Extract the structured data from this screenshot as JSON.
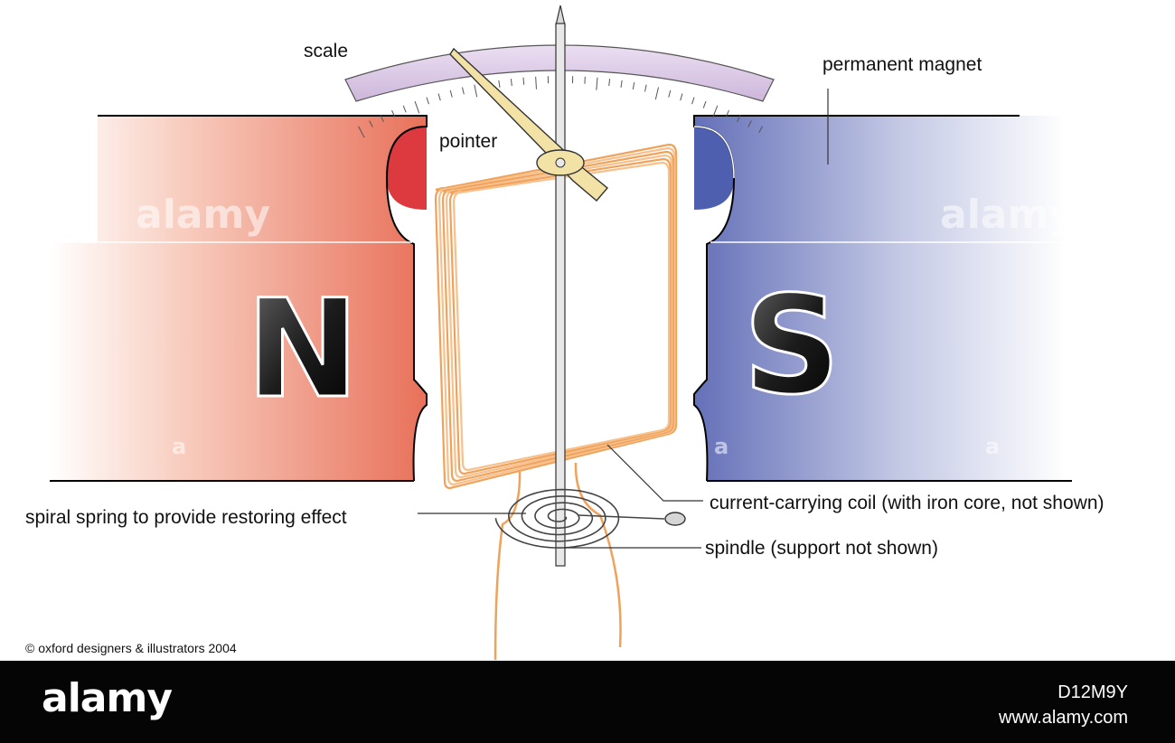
{
  "labels": {
    "scale": "scale",
    "pointer": "pointer",
    "permanent_magnet": "permanent magnet",
    "coil": "current-carrying coil (with iron core, not shown)",
    "spring": "spiral spring to provide restoring effect",
    "spindle": "spindle (support not shown)"
  },
  "poles": {
    "north": "N",
    "south": "S"
  },
  "copyright": "© oxford designers & illustrators 2004",
  "watermark": "alamy",
  "footer": {
    "brand": "alamy",
    "image_id": "D12M9Y",
    "url": "www.alamy.com"
  },
  "colors": {
    "north_magnet": "#e8715a",
    "south_magnet": "#6470b8",
    "coil": "#f0a25a",
    "scale": "#dccbe6",
    "pointer": "#f3e2a6",
    "footer_bg": "#050505"
  }
}
